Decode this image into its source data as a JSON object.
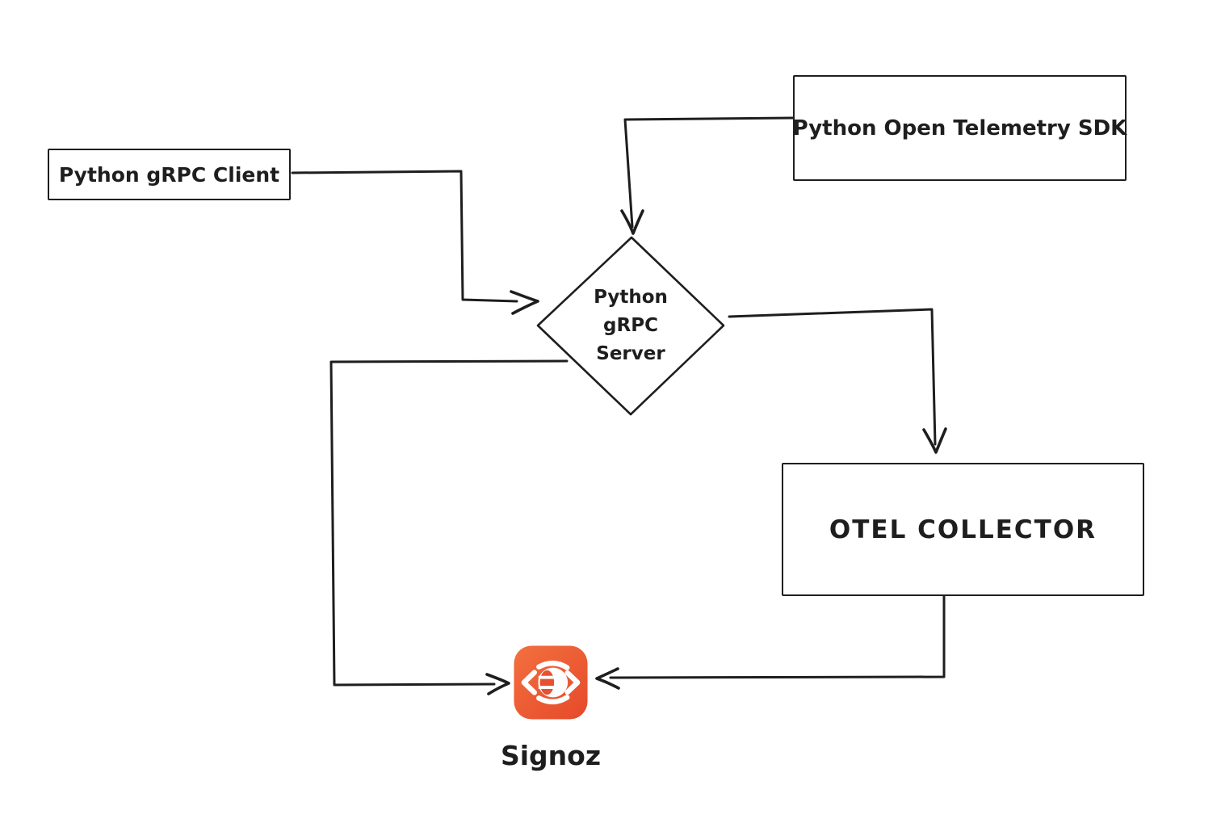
{
  "page": {
    "background": "#ffffff",
    "ink_color": "#1e1e1e"
  },
  "nodes": {
    "client": {
      "label": "Python gRPC Client"
    },
    "sdk": {
      "label": "Python Open Telemetry SDK"
    },
    "server": {
      "line1": "Python",
      "line2": "gRPC",
      "line3": "Server"
    },
    "collector": {
      "label": "OTEL COLLECTOR"
    },
    "signoz": {
      "label": "Signoz",
      "icon_gradient_top": "#f3703f",
      "icon_gradient_bottom": "#e64b2b",
      "icon_eye_color": "#ffffff",
      "icon_pupil_color": "#e7512f"
    }
  },
  "edges": [
    {
      "from": "client",
      "to": "server"
    },
    {
      "from": "sdk",
      "to": "server"
    },
    {
      "from": "server",
      "to": "collector"
    },
    {
      "from": "server",
      "to": "signoz"
    },
    {
      "from": "collector",
      "to": "signoz"
    }
  ]
}
